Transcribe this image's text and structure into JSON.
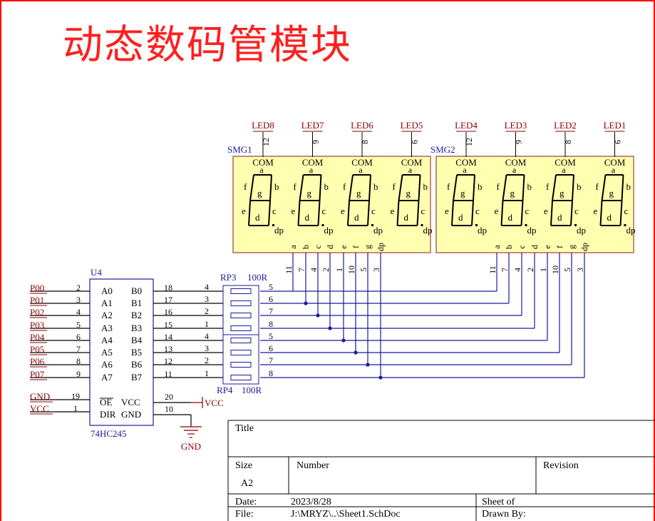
{
  "page_title": "动态数码管模块",
  "colors": {
    "border": "#ff0000",
    "wire": "#1b1b9c",
    "net_label": "#8b0000",
    "body_fill": "#ffffb0",
    "body_stroke": "#8b1a1a",
    "pin": "#000000",
    "title": "#ff1f1f"
  },
  "display1": {
    "designator": "SMG1",
    "com_nets": [
      "LED8",
      "LED7",
      "LED6",
      "LED5"
    ],
    "com_pins": [
      "12",
      "9",
      "8",
      "6"
    ],
    "seg_pin_numbers": [
      "11",
      "7",
      "4",
      "2",
      "1",
      "10",
      "5",
      "3"
    ]
  },
  "display2": {
    "designator": "SMG2",
    "com_nets": [
      "LED4",
      "LED3",
      "LED2",
      "LED1"
    ],
    "com_pins": [
      "12",
      "9",
      "8",
      "6"
    ],
    "seg_pin_numbers": [
      "11",
      "7",
      "4",
      "2",
      "1",
      "10",
      "5",
      "3"
    ]
  },
  "digit_labels": {
    "com": "COM",
    "a": "a",
    "b": "b",
    "c": "c",
    "d": "d",
    "e": "e",
    "f": "f",
    "g": "g",
    "dp": "dp"
  },
  "segment_pin_names": [
    "a",
    "b",
    "c",
    "d",
    "e",
    "f",
    "g",
    "dp"
  ],
  "buffer": {
    "designator": "U4",
    "part": "74HC245",
    "inputs": [
      {
        "net": "P00",
        "pin": "2",
        "name": "A0"
      },
      {
        "net": "P01",
        "pin": "3",
        "name": "A1"
      },
      {
        "net": "P02",
        "pin": "4",
        "name": "A2"
      },
      {
        "net": "P03",
        "pin": "5",
        "name": "A3"
      },
      {
        "net": "P04",
        "pin": "6",
        "name": "A4"
      },
      {
        "net": "P05",
        "pin": "7",
        "name": "A5"
      },
      {
        "net": "P06",
        "pin": "8",
        "name": "A6"
      },
      {
        "net": "P07",
        "pin": "9",
        "name": "A7"
      }
    ],
    "outputs": [
      {
        "pin": "18",
        "name": "B0"
      },
      {
        "pin": "17",
        "name": "B1"
      },
      {
        "pin": "16",
        "name": "B2"
      },
      {
        "pin": "15",
        "name": "B3"
      },
      {
        "pin": "14",
        "name": "B4"
      },
      {
        "pin": "13",
        "name": "B5"
      },
      {
        "pin": "12",
        "name": "B6"
      },
      {
        "pin": "11",
        "name": "B7"
      }
    ],
    "ctrl_left": [
      {
        "net": "GND",
        "pin": "19",
        "name": "OE"
      },
      {
        "net": "VCC",
        "pin": "1",
        "name": "DIR"
      }
    ],
    "ctrl_right": [
      {
        "pin": "20",
        "name": "VCC"
      },
      {
        "pin": "10",
        "name": "GND"
      }
    ]
  },
  "resistors": {
    "rp3": {
      "designator": "RP3",
      "value": "100R"
    },
    "rp4": {
      "designator": "RP4",
      "value": "100R"
    },
    "left_pins": [
      "4",
      "3",
      "2",
      "1",
      "4",
      "3",
      "2",
      "1"
    ],
    "right_pins": [
      "5",
      "6",
      "7",
      "8",
      "5",
      "6",
      "7",
      "8"
    ]
  },
  "power": {
    "vcc": "VCC",
    "gnd": "GND"
  },
  "title_block": {
    "title_label": "Title",
    "size_label": "Size",
    "size_value": "A2",
    "number_label": "Number",
    "revision_label": "Revision",
    "date_label": "Date:",
    "date_value": "2023/8/28",
    "sheet_label": "Sheet    of",
    "file_label": "File:",
    "file_value": "J:\\MRYZ\\..\\Sheet1.SchDoc",
    "drawn_label": "Drawn By:"
  }
}
